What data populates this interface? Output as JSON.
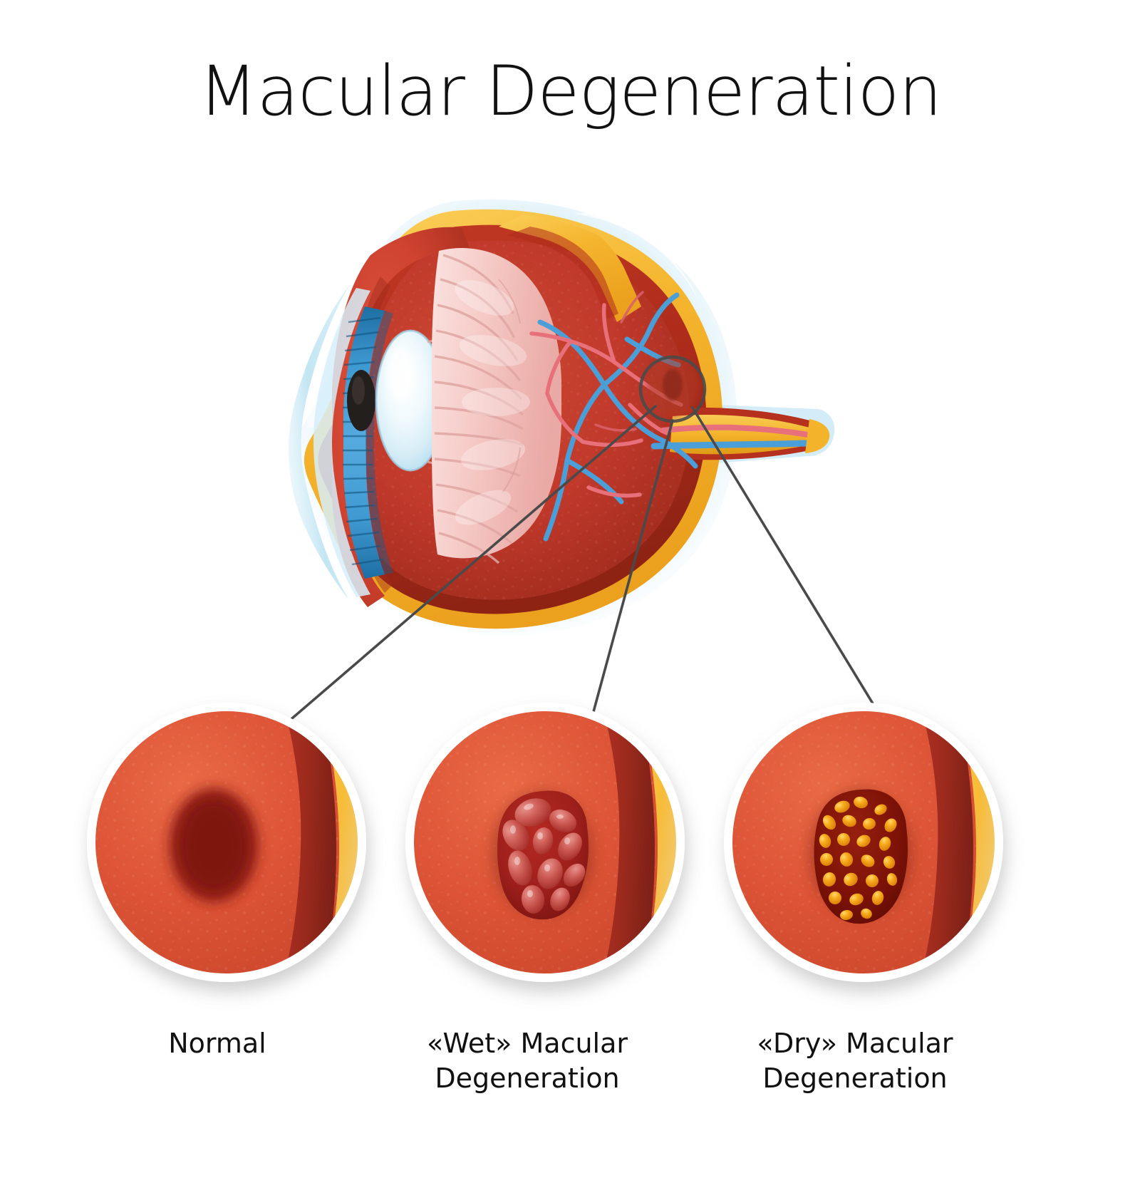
{
  "title": "Macular Degeneration",
  "diagram": {
    "subject": "human-eye-cross-section",
    "callout_circle_label": "macula-detail-circle"
  },
  "insets": [
    {
      "id": "normal",
      "label_line1": "Normal",
      "label_line2": "",
      "lesion": "uniform-dark-macula",
      "colors": {
        "retina": "#dd5436",
        "choroid": "#9c2a1d",
        "sclera": "#f7bc37",
        "macula": "#8d1a12"
      }
    },
    {
      "id": "wet",
      "label_line1": "«Wet» Macular",
      "label_line2": "Degeneration",
      "lesion": "leaking-blood-vessel-blisters",
      "colors": {
        "retina": "#dd5436",
        "choroid": "#9c2a1d",
        "sclera": "#f7bc37",
        "lesion": "#9e1f1b",
        "blister": "#cf5050"
      }
    },
    {
      "id": "dry",
      "label_line1": "«Dry» Macular",
      "label_line2": "Degeneration",
      "lesion": "drusen-deposits",
      "colors": {
        "retina": "#dd5436",
        "choroid": "#9c2a1d",
        "sclera": "#f7bc37",
        "lesion": "#7d1208",
        "drusen": "#f2a01c"
      }
    }
  ],
  "eye_parts": [
    {
      "name": "cornea",
      "color": "#bfe4f2"
    },
    {
      "name": "iris",
      "color": "#2e8ac4"
    },
    {
      "name": "pupil",
      "color": "#231f1c"
    },
    {
      "name": "lens",
      "color": "#e4f4fa"
    },
    {
      "name": "ciliary-body",
      "color": "#f4c9c6"
    },
    {
      "name": "sclera",
      "color": "#f5b52e"
    },
    {
      "name": "choroid",
      "color": "#b02b1c"
    },
    {
      "name": "retina",
      "color": "#c33a27"
    },
    {
      "name": "vitreous-humour",
      "color": "#c0392b"
    },
    {
      "name": "retinal-vein",
      "color": "#4a9fd8"
    },
    {
      "name": "retinal-artery",
      "color": "#e8707a"
    },
    {
      "name": "optic-nerve",
      "color": "#f5b52e"
    },
    {
      "name": "macula",
      "color": "#a83226"
    },
    {
      "name": "outer-glow",
      "color": "#cfeaf6"
    }
  ],
  "colors": {
    "leader_line": "#4a4a4a",
    "callout_ring": "#4a4a4a",
    "background": "#ffffff",
    "text": "#111111"
  }
}
